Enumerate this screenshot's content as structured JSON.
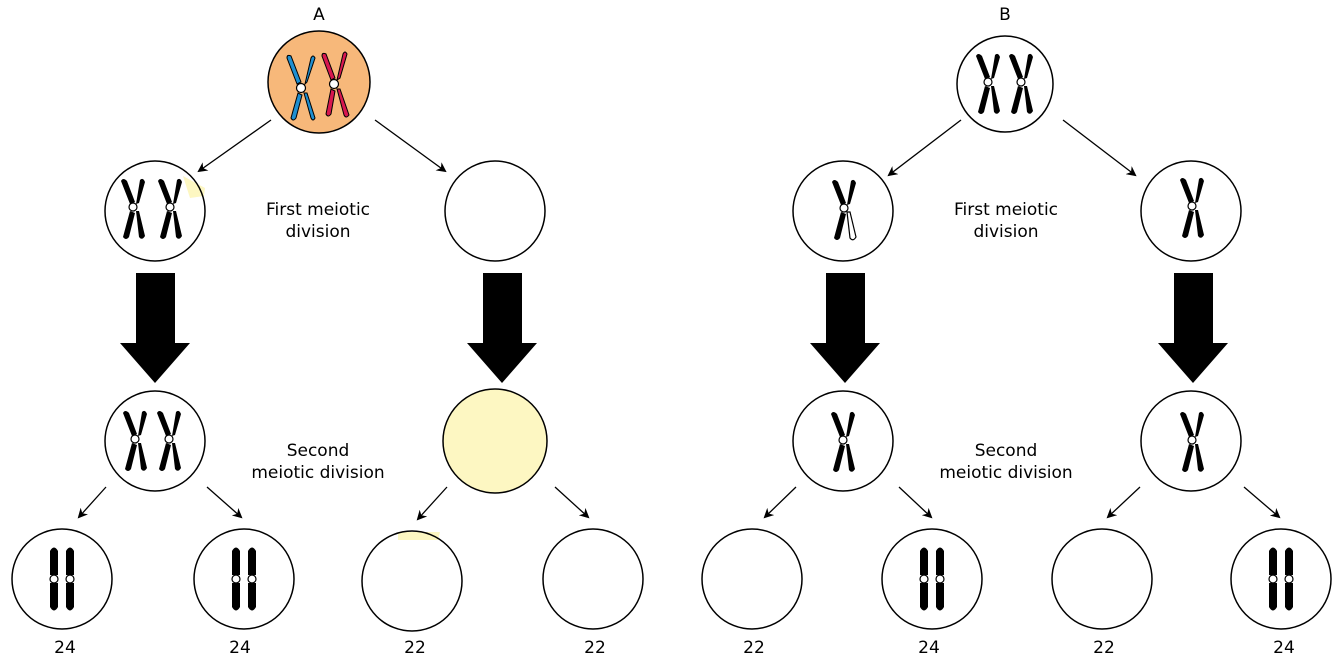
{
  "panels": [
    {
      "id": "A",
      "label": "A",
      "first_division_label": "First meiotic\ndivision",
      "second_division_label": "Second\nmeiotic division",
      "counts": [
        "24",
        "24",
        "22",
        "22"
      ]
    },
    {
      "id": "B",
      "label": "B",
      "first_division_label": "First meiotic\ndivision",
      "second_division_label": "Second\nmeiotic division",
      "counts": [
        "22",
        "24",
        "22",
        "24"
      ]
    }
  ],
  "colors": {
    "parent_fill": "#f7b87a",
    "chromosome_blue": "#1f8fd0",
    "chromosome_red": "#d8174f",
    "highlight_yellow": "#fdf7c2",
    "ink": "#000000"
  }
}
